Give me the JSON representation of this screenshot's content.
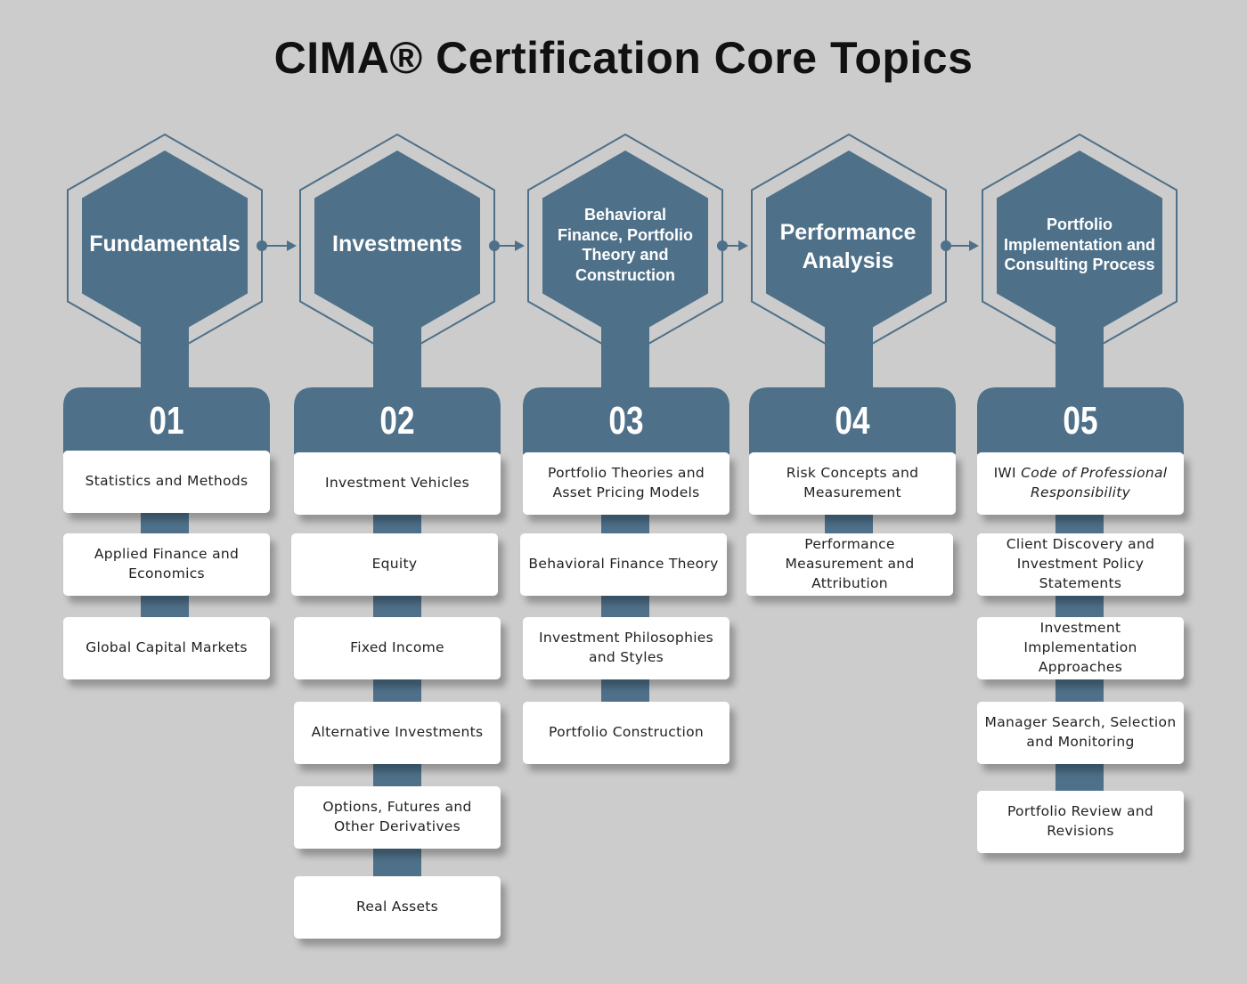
{
  "title": "CIMA® Certification Core Topics",
  "colors": {
    "primary": "#4e7089",
    "background": "#cccccc",
    "card": "#ffffff"
  },
  "columns": [
    {
      "number": "01",
      "heading": "Fundamentals",
      "items": [
        "Statistics and Methods",
        "Applied Finance and Economics",
        "Global Capital Markets"
      ]
    },
    {
      "number": "02",
      "heading": "Investments",
      "items": [
        "Investment Vehicles",
        "Equity",
        "Fixed Income",
        "Alternative Investments",
        "Options, Futures and Other Derivatives",
        "Real Assets"
      ]
    },
    {
      "number": "03",
      "heading": "Behavioral Finance, Portfolio Theory and Construction",
      "items": [
        "Portfolio Theories and Asset Pricing Models",
        "Behavioral Finance Theory",
        "Investment Philosophies and Styles",
        "Portfolio Construction"
      ]
    },
    {
      "number": "04",
      "heading": "Performance Analysis",
      "items": [
        "Risk Concepts and Measurement",
        "Performance Measurement and Attribution"
      ]
    },
    {
      "number": "05",
      "heading": "Portfolio Implementation and Consulting Process",
      "items": [
        "IWI",
        "Code of Professional Responsibility",
        "Client Discovery and Investment Policy Statements",
        "Investment Implementation Approaches",
        "Manager Search, Selection and Monitoring",
        "Portfolio Review and Revisions"
      ]
    }
  ]
}
